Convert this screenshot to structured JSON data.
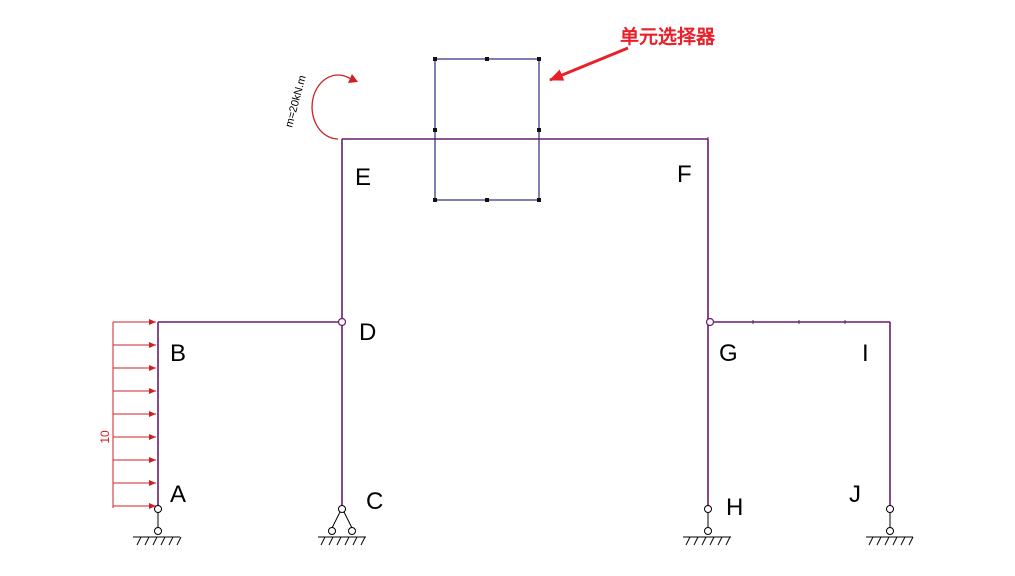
{
  "diagram": {
    "colors": {
      "member": "#6a1b6e",
      "load": "#d21f26",
      "callout": "#e8202a",
      "selector": "#2a2a80",
      "support": "#000000"
    },
    "node_labels": {
      "A": "A",
      "B": "B",
      "C": "C",
      "D": "D",
      "E": "E",
      "F": "F",
      "G": "G",
      "H": "H",
      "I": "I",
      "J": "J"
    },
    "distributed_load": {
      "value_label": "10"
    },
    "moment": {
      "label": "m=20kN.m"
    },
    "element_selector": {
      "callout": "单元选择器"
    }
  }
}
